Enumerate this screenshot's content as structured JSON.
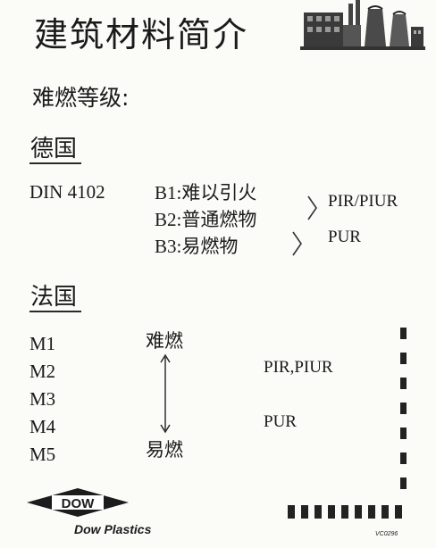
{
  "title": "建筑材料简介",
  "subtitle": "难燃等级:",
  "germany": {
    "heading": "德国",
    "standard": "DIN 4102",
    "classes": [
      {
        "code": "B1:",
        "label": "难以引火"
      },
      {
        "code": "B2:",
        "label": "普通燃物"
      },
      {
        "code": "B3:",
        "label": "易燃物"
      }
    ],
    "materials_top": "PIR/PIUR",
    "materials_bottom": "PUR"
  },
  "france": {
    "heading": "法国",
    "classes": [
      "M1",
      "M2",
      "M3",
      "M4",
      "M5"
    ],
    "scale_top": "难燃",
    "scale_bottom": "易燃",
    "materials_top": "PIR,PIUR",
    "materials_bottom": "PUR"
  },
  "footer": {
    "logo_text": "DOW",
    "brand": "Dow Plastics",
    "code": "VC0296"
  },
  "colors": {
    "ink": "#1a1a1a",
    "logo_bg": "#1c1c1c",
    "paper": "#fbfbf8"
  },
  "icons": [
    "factory-illustration",
    "double-headed-arrow",
    "dow-diamond-logo",
    "closing-bracket"
  ]
}
